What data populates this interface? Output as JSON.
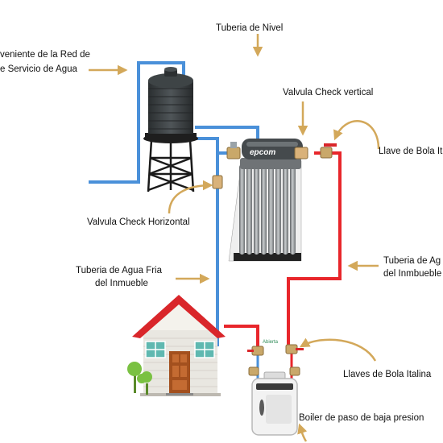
{
  "labels": {
    "supply_line1": "veniente de la Red de",
    "supply_line2": "e Servicio de Agua",
    "level_pipe": "Tuberia de Nivel",
    "check_vertical": "Valvula Check vertical",
    "ball_valve_top": "Llave de Bola It",
    "check_horizontal": "Valvula Check Horizontal",
    "cold_line1": "Tuberia de Agua Fria",
    "cold_line2": "del Inmueble",
    "hot_line1": "Tuberia de Ag",
    "hot_line2": "del Inmbueble",
    "ball_valves_bottom": "Llaves de Bola Italina",
    "boiler": "Boiler de paso de baja presion",
    "valve_tag": "Abierta",
    "collector_brand": "epcom"
  },
  "colors": {
    "cold_pipe": "#4a90d9",
    "hot_pipe": "#e8262b",
    "arrow": "#d3a85a",
    "tank": "#3d4245",
    "roof": "#d9262a",
    "house_wall": "#e9e7e1",
    "window": "#5fb8b0",
    "door": "#a3501e",
    "boiler": "#f2f2f2"
  },
  "icons": {
    "tank": "water-tank-icon",
    "collector": "solar-collector-icon",
    "house": "house-icon",
    "boiler": "boiler-icon",
    "valve": "ball-valve-icon"
  }
}
